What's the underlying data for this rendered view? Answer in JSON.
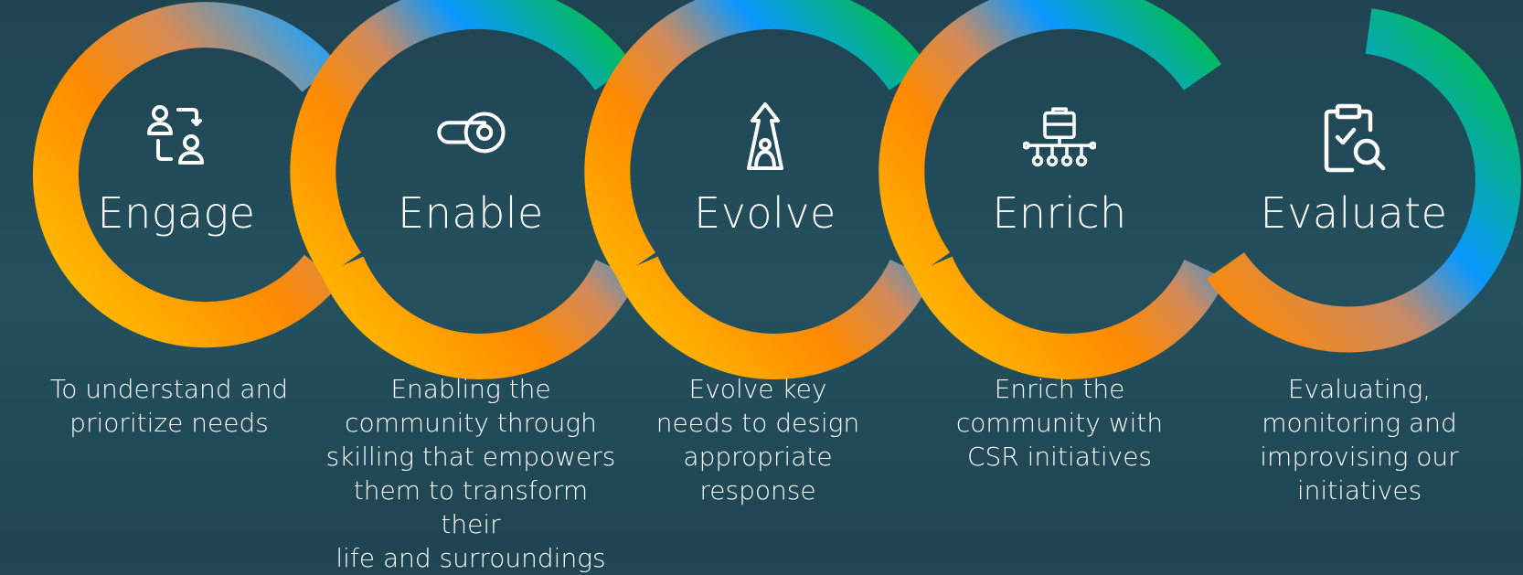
{
  "steps": [
    {
      "title": "Engage",
      "icon": "people-exchange-icon",
      "description": "To understand and\nprioritize needs"
    },
    {
      "title": "Enable",
      "icon": "toggle-switch-icon",
      "description": "Enabling the\ncommunity through\nskilling that empowers\nthem to transform their\nlife and surroundings"
    },
    {
      "title": "Evolve",
      "icon": "tower-growth-icon",
      "description": "Evolve key\nneeds to design\nappropriate\nresponse"
    },
    {
      "title": "Enrich",
      "icon": "briefcase-network-icon",
      "description": "Enrich the\ncommunity with\nCSR initiatives"
    },
    {
      "title": "Evaluate",
      "icon": "clipboard-check-search-icon",
      "description": "Evaluating,\nmonitoring and\nimprovising our\ninitiatives"
    }
  ],
  "colors": {
    "background": "#234b59",
    "orange": "#ff8a00",
    "yellow": "#ffb800",
    "green": "#00c23a",
    "blue": "#0099ff",
    "teal": "#00b3a4"
  }
}
